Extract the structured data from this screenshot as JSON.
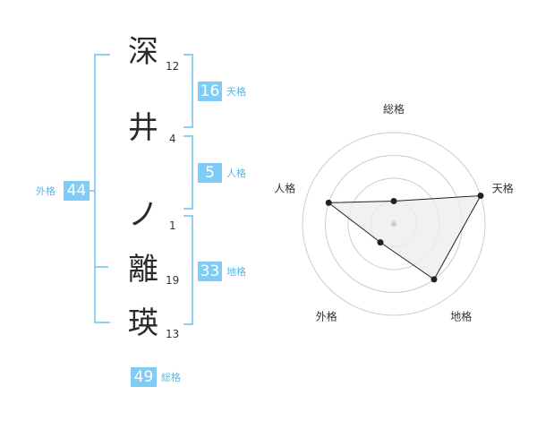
{
  "characters": [
    {
      "char": "深",
      "strokes": "12"
    },
    {
      "char": "井",
      "strokes": "4"
    },
    {
      "char": "ノ",
      "strokes": "1"
    },
    {
      "char": "離",
      "strokes": "19"
    },
    {
      "char": "瑛",
      "strokes": "13"
    }
  ],
  "fortunes": {
    "tenkaku": {
      "value": "16",
      "label": "天格"
    },
    "jinkaku": {
      "value": "5",
      "label": "人格"
    },
    "chikaku": {
      "value": "33",
      "label": "地格"
    },
    "gaikaku": {
      "value": "44",
      "label": "外格"
    },
    "soukaku": {
      "value": "49",
      "label": "総格"
    }
  },
  "radar": {
    "axes": [
      "総格",
      "天格",
      "地格",
      "外格",
      "人格"
    ],
    "values": [
      1,
      4,
      3,
      1,
      3
    ],
    "max": 4,
    "line_color": "#222222",
    "fill_color": "#eeeeee",
    "ring_color": "#cccccc"
  },
  "colors": {
    "accent": "#7fcdf7",
    "accent_text": "#5ab6e8",
    "bracket": "#8fd0f5"
  }
}
